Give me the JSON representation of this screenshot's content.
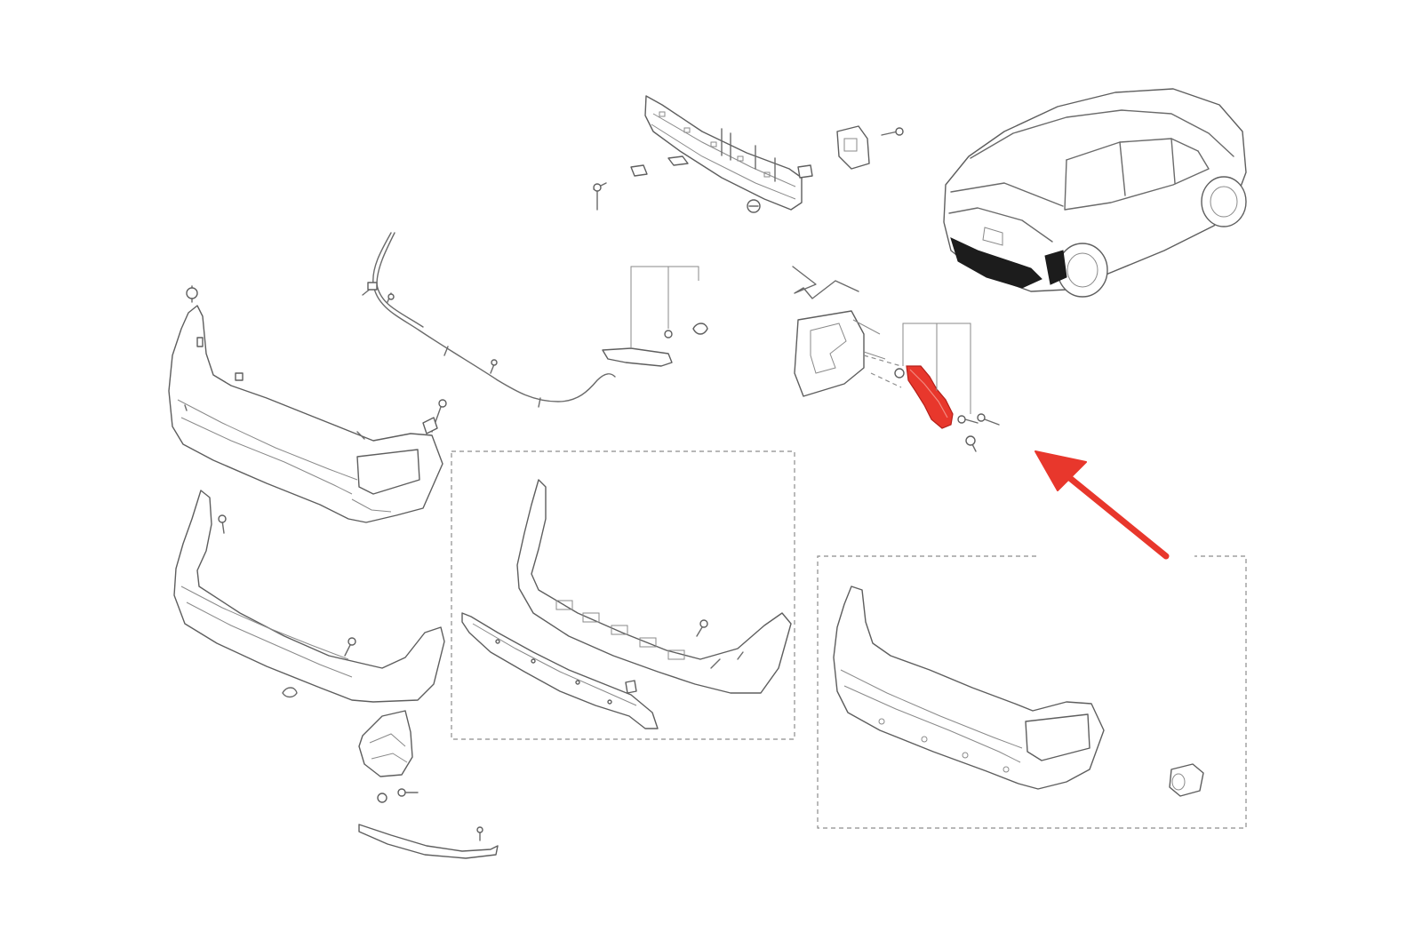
{
  "colors": {
    "highlight": "#e8372c",
    "line": "#6a6a6a",
    "background": "#ffffff"
  },
  "parts": [
    "rear-bumper-cover",
    "bumper-wiring-harness",
    "bumper-beam",
    "reflector",
    "bumper-side-bracket",
    "lower-bumper-cover",
    "bumper-lower-trim",
    "parking-sensor",
    "splash-guard",
    "lower-moulding",
    "reference-vehicle"
  ]
}
